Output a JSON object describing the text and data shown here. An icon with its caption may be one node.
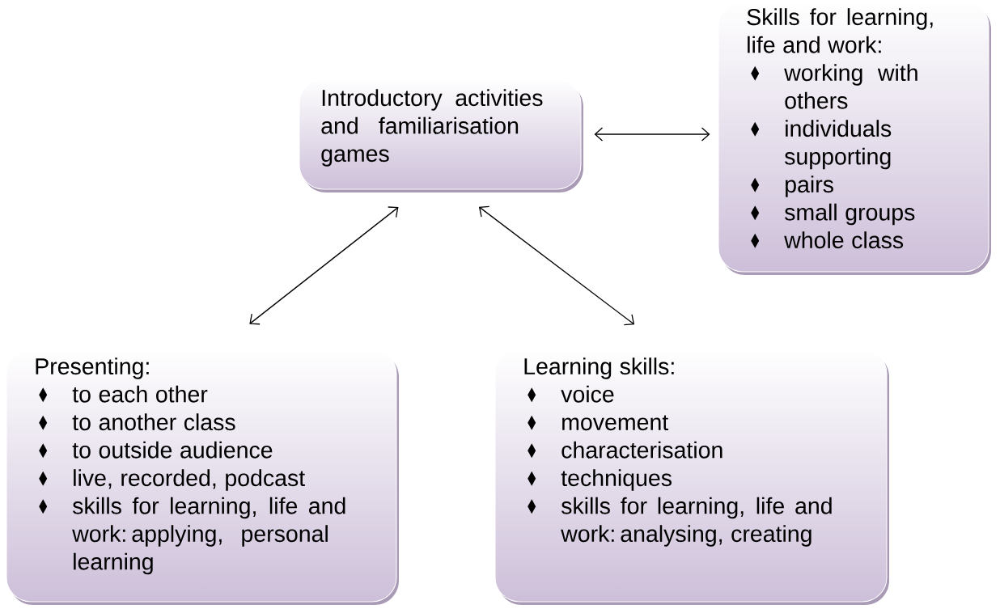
{
  "diagram": {
    "nodes": [
      {
        "text": [
          "Introductory activities and familiarisation games"
        ]
      },
      {
        "text": [
          "Skills for learning, life and work:",
          "working with others",
          "individuals supporting",
          "pairs",
          "small groups",
          "whole class"
        ]
      },
      {
        "text": [
          "Presenting:",
          "to each other",
          "to another class",
          "to outside audience",
          "live, recorded, podcast",
          "skills for learning, life and work: applying, personal learning"
        ]
      },
      {
        "text": [
          "Learning skills:",
          "voice",
          "movement",
          "characterisation",
          "techniques",
          "skills for learning, life and work: analysing, creating"
        ]
      }
    ],
    "edges": [
      {
        "from": 0,
        "to": 1,
        "arrow": "both"
      },
      {
        "from": 0,
        "to": 2,
        "arrow": "both"
      },
      {
        "from": 0,
        "to": 3,
        "arrow": "both"
      }
    ]
  }
}
